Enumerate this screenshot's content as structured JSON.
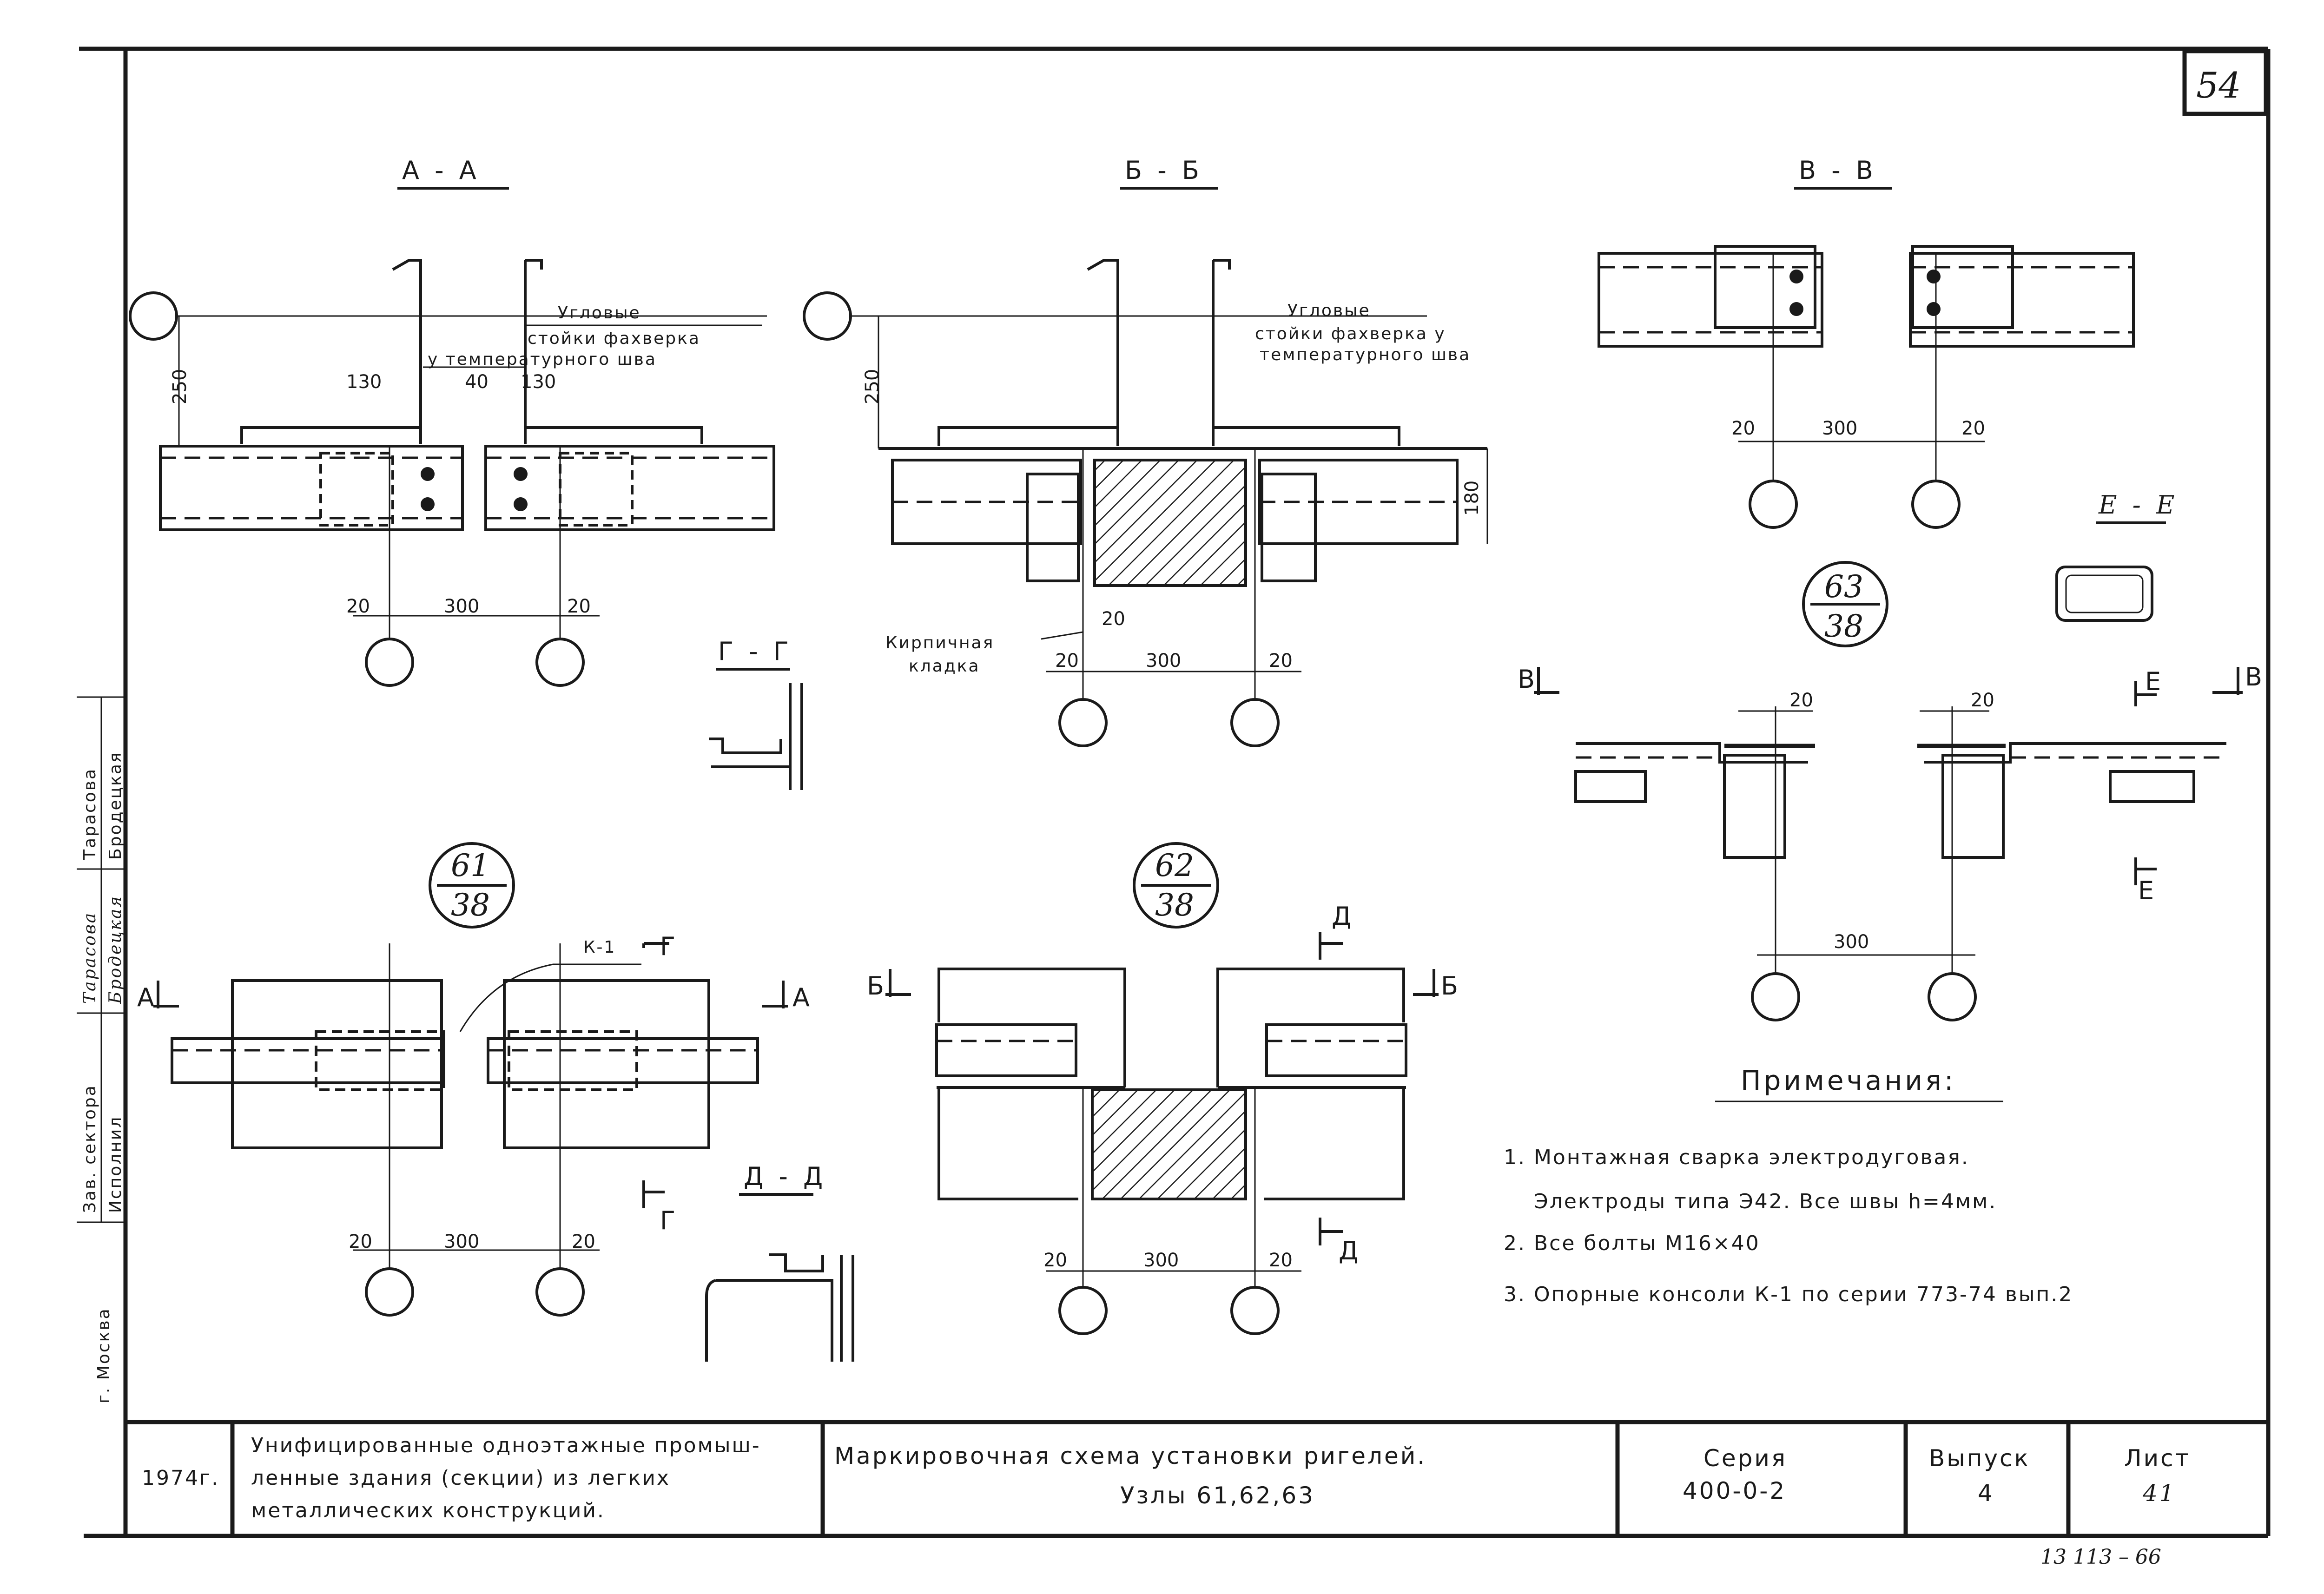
{
  "sheet": {
    "corner_number": "54",
    "stamp_bottom": "13 113 – 66"
  },
  "sections": {
    "aa": "А - А",
    "bb": "Б - Б",
    "vv": "В - В",
    "gg": "Г - Г",
    "dd": "Д - Д",
    "ee": "Е - Е"
  },
  "cuts": {
    "a": "А",
    "b": "Б",
    "v": "В",
    "g": "Г",
    "d": "Д",
    "e": "Е"
  },
  "nodes": [
    {
      "top": "61",
      "bottom": "38"
    },
    {
      "top": "62",
      "bottom": "38"
    },
    {
      "top": "63",
      "bottom": "38"
    }
  ],
  "labels": {
    "corner_posts_1": "Угловые",
    "corner_posts_2": "стойки фахверка",
    "corner_posts_3": "у температурного шва",
    "corner_posts_b_1": "Угловые",
    "corner_posts_b_2": "стойки фахверка у",
    "corner_posts_b_3": "температурного шва",
    "brick_1": "Кирпичная",
    "brick_2": "кладка",
    "k1": "К-1"
  },
  "dims": {
    "d250": "250",
    "d130": "130",
    "d40": "40",
    "d180": "180",
    "d20": "20",
    "d300": "300"
  },
  "notes": {
    "title": "Примечания:",
    "items": [
      "1. Монтажная сварка электродуговая.",
      "Электроды типа Э42. Все швы h=4мм.",
      "2. Все болты М16×40",
      "3. Опорные консоли К-1 по серии 773-74 вып.2"
    ]
  },
  "side_stamp": {
    "city": "г. Москва",
    "role_1": "Зав. сектора",
    "role_2": "Исполнил",
    "name_1": "Тарасова",
    "name_2": "Бродецкая",
    "sign_1": "Тарасова",
    "sign_2": "Бродецкая"
  },
  "title_block": {
    "year": "1974г.",
    "desc_1": "Унифицированные одноэтажные промыш-",
    "desc_2": "ленные здания (секции) из легких",
    "desc_3": "металлических конструкций.",
    "drawing_1": "Маркировочная схема установки ригелей.",
    "drawing_2": "Узлы 61,62,63",
    "series_label": "Серия",
    "series_value": "400-0-2",
    "issue_label": "Выпуск",
    "issue_value": "4",
    "sheet_label": "Лист",
    "sheet_value": "41"
  }
}
